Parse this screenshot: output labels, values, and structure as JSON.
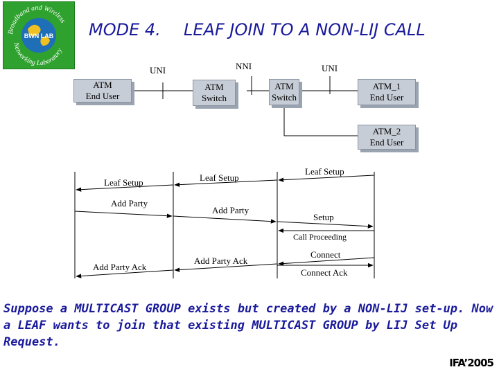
{
  "logo": {
    "text": "Broadband and Wireless Networking Laboratory",
    "center_text": "BWN LAB",
    "colors": {
      "background": "#2ea12e",
      "text": "#ffffff",
      "globe": "#f0c020"
    }
  },
  "header": {
    "mode": "MODE 4.",
    "title": "LEAF JOIN TO A NON-LIJ CALL"
  },
  "links": {
    "uni_left": "UNI",
    "nni": "NNI",
    "uni_right": "UNI"
  },
  "nodes": {
    "end_user": [
      "ATM",
      "End User"
    ],
    "switch_1": [
      "ATM",
      "Switch"
    ],
    "switch_2": [
      "ATM",
      "Switch"
    ],
    "atm1_user": [
      "ATM_1",
      "End User"
    ],
    "atm2_user": [
      "ATM_2",
      "End User"
    ]
  },
  "messages": {
    "leaf_setup_1": "Leaf Setup",
    "leaf_setup_2": "Leaf Setup",
    "leaf_setup_3": "Leaf Setup",
    "add_party_1": "Add Party",
    "add_party_2": "Add Party",
    "setup": "Setup",
    "call_proceeding": "Call Proceeding",
    "add_party_ack_1": "Add Party Ack",
    "add_party_ack_2": "Add Party Ack",
    "connect": "Connect",
    "connect_ack": "Connect Ack"
  },
  "description": "Suppose a MULTICAST GROUP exists but created by a NON-LIJ set-up. Now a LEAF wants to join that existing MULTICAST GROUP by LIJ Set Up Request.",
  "signature": "IFA’2005",
  "colors": {
    "title": "#1a1a9c",
    "box_fill": "#c7cdd6",
    "box_shadow": "#9aa3b0"
  }
}
